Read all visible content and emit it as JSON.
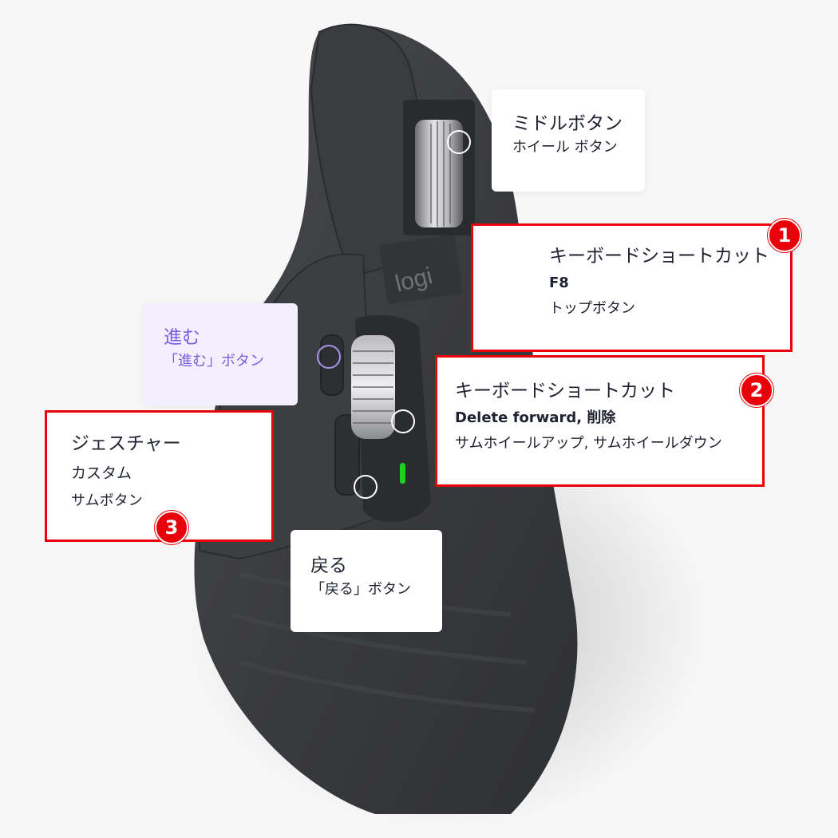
{
  "callouts": {
    "middle": {
      "title": "ミドルボタン",
      "sub": "ホイール ボタン"
    },
    "top": {
      "badge": "1",
      "title": "キーボードショートカット",
      "key": "F8",
      "sub": "トップボタン"
    },
    "thumbwheel": {
      "badge": "2",
      "title": "キーボードショートカット",
      "key": "Delete forward, 削除",
      "sub": "サムホイールアップ, サムホイールダウン"
    },
    "forward": {
      "title": "進む",
      "sub": "「進む」ボタン"
    },
    "gesture": {
      "badge": "3",
      "title": "ジェスチャー",
      "line2": "カスタム",
      "sub": "サムボタン"
    },
    "back": {
      "title": "戻る",
      "sub": "「戻る」ボタン"
    }
  },
  "mouse": {
    "logo": "logi",
    "led_color": "#18d21e"
  },
  "colors": {
    "annotation_red": "#e8000a",
    "forward_purple": "#7a5fe0"
  }
}
